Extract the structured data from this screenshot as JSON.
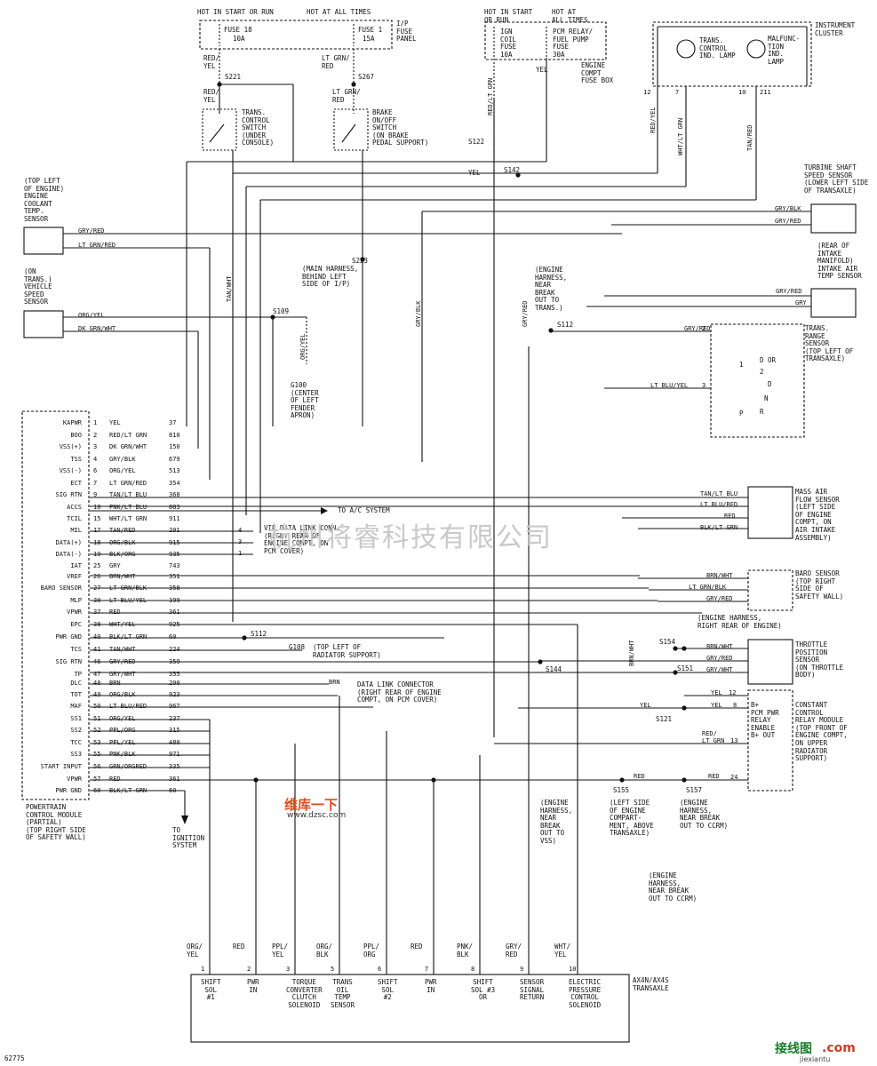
{
  "fuses_left": {
    "hot_start_run": "HOT IN START OR RUN",
    "hot_all_times": "HOT AT ALL TIMES",
    "fuse18": "FUSE 18",
    "fuse18_amp": "10A",
    "fuse1": "FUSE 1",
    "fuse1_amp": "15A",
    "panel": "I/P\nFUSE\nPANEL"
  },
  "fuses_right": {
    "hot_start_run": "HOT IN START\nOR RUN",
    "hot_all_times": "HOT AT\nALL TIMES",
    "ign_coil": "IGN\nCOIL\nFUSE\n10A",
    "pcm_relay": "PCM RELAY/\nFUEL PUMP\nFUSE\n30A",
    "box": "ENGINE\nCOMPT\nFUSE BOX",
    "yel": "YEL"
  },
  "cluster": {
    "title": "INSTRUMENT\nCLUSTER",
    "trans_lamp": "TRANS.\nCONTROL\nIND. LAMP",
    "malf_lamp": "MALFUNC-\nTION\nIND.\nLAMP",
    "pins": [
      "12",
      "7",
      "10",
      "211"
    ],
    "wires": [
      "RED/YEL",
      "WHT/LT GRN",
      "TAN/RED"
    ]
  },
  "switches": {
    "trans_ctrl": "TRANS.\nCONTROL\nSWITCH\n(UNDER\nCONSOLE)",
    "brake": "BRAKE\nON/OFF\nSWITCH\n(ON BRAKE\nPEDAL SUPPORT)",
    "red_yel": "RED/\nYEL",
    "lt_grn_red": "LT GRN/\nRED"
  },
  "splices": {
    "s221": "S221",
    "s267": "S267",
    "s122": "S122",
    "s142": "S142",
    "s223": "S223",
    "s223_note": "(MAIN HARNESS,\nBEHIND LEFT\nSIDE OF I/P)",
    "s109": "S109",
    "g100": "G100\n(CENTER\nOF LEFT\nFENDER\nAPRON)",
    "s112": "S112",
    "s112_note": "(ENGINE\nHARNESS,\nNEAR\nBREAK\nOUT TO\nTRANS.)",
    "g108": "G108",
    "g108_note": "(TOP LEFT OF\nRADIATOR SUPPORT)",
    "s144": "S144",
    "s151": "S151",
    "s154": "S154",
    "s154_note": "(ENGINE HARNESS,\nRIGHT REAR OF ENGINE)",
    "s121": "S121",
    "s155": "S155",
    "s155_note": "(LEFT SIDE\nOF ENGINE\nCOMPART-\nMENT, ABOVE\nTRANSAXLE)",
    "s157": "S157",
    "s157_note": "(ENGINE\nHARNESS,\nNEAR BREAK\nOUT TO CCRM)",
    "yss_note": "(ENGINE\nHARNESS,\nNEAR\nBREAK\nOUT TO\nVSS)",
    "ccrm_note": "(ENGINE\nHARNESS,\nNEAR BREAK\nOUT TO CCRM)"
  },
  "sensors": {
    "ect": "(TOP LEFT\nOF ENGINE)\nENGINE\nCOOLANT\nTEMP.\nSENSOR",
    "vss": "(ON\nTRANS.)\nVEHICLE\nSPEED\nSENSOR",
    "turbine": "TURBINE SHAFT\nSPEED SENSOR\n(LOWER LEFT SIDE\nOF TRANSAXLE)",
    "iat": "(REAR OF\nINTAKE\nMANIFOLD)\nINTAKE AIR\nTEMP SENSOR",
    "trs": "TRANS.\nRANGE\nSENSOR\n(TOP LEFT OF\nTRANSAXLE)",
    "maf": "MASS AIR\nFLOW SENSOR\n(LEFT SIDE\nOF ENGINE\nCOMPT, ON\nAIR INTAKE\nASSEMBLY)",
    "baro": "BARO SENSOR\n(TOP RIGHT\nSIDE OF\nSAFETY WALL)",
    "tps": "THROTTLE\nPOSITION\nSENSOR\n(ON THROTTLE\nBODY)",
    "ccrm": "CONSTANT\nCONTROL\nRELAY MODULE\n(TOP FRONT OF\nENGINE COMPT,\nON UPPER\nRADIATOR\nSUPPORT)",
    "ccrm_pins": "B+\nPCM PWR\nRELAY\nENABLE\nB+ OUT",
    "dlc": "DATA LINK CONNECTOR\n(RIGHT REAR OF ENGINE\nCOMPT, ON PCM COVER)",
    "vip": "VIP DATA LINK CONN.\n(RIGHT REAR OF\nENGINE COMPT, ON\nPCM COVER)",
    "ac": "TO A/C SYSTEM",
    "ign": "TO\nIGNITION\nSYSTEM"
  },
  "trs_labels": [
    "D OR",
    "2",
    "1",
    "N",
    "R",
    "P",
    "D"
  ],
  "wire_labels_right": [
    "GRY/BLK",
    "GRY/RED",
    "GRY/RED",
    "GRY",
    "GRY/RED",
    "LT BLU/YEL",
    "TAN/LT BLU",
    "LT BLU/RED",
    "RED",
    "BLK/LT GRN",
    "BRN/WHT",
    "LT GRN/BLK",
    "GRY/RED",
    "BRN/WHT",
    "GRY/RED",
    "GRY/WHT",
    "YEL",
    "YEL",
    "RED/\nLT GRN",
    "RED"
  ],
  "pcm": {
    "title": "POWERTRAIN\nCONTROL MODULE\n(PARTIAL)\n(TOP RIGHT SIDE\nOF SAFETY WALL)",
    "pins": [
      {
        "name": "KAPWR",
        "pin": "1",
        "wire": "YEL",
        "circ": "37"
      },
      {
        "name": "BOO",
        "pin": "2",
        "wire": "RED/LT GRN",
        "circ": "810"
      },
      {
        "name": "VSS(+)",
        "pin": "3",
        "wire": "DK GRN/WHT",
        "circ": "150"
      },
      {
        "name": "TSS",
        "pin": "4",
        "wire": "GRY/BLK",
        "circ": "679"
      },
      {
        "name": "VSS(-)",
        "pin": "6",
        "wire": "ORG/YEL",
        "circ": "513"
      },
      {
        "name": "ECT",
        "pin": "7",
        "wire": "LT GRN/RED",
        "circ": "354"
      },
      {
        "name": "SIG RTN",
        "pin": "9",
        "wire": "TAN/LT BLU",
        "circ": "368"
      },
      {
        "name": "ACCS",
        "pin": "10",
        "wire": "PNK/LT BLU",
        "circ": "883"
      },
      {
        "name": "TCIL",
        "pin": "15",
        "wire": "WHT/LT GRN",
        "circ": "911"
      },
      {
        "name": "MIL",
        "pin": "17",
        "wire": "TAN/RED",
        "circ": "201"
      },
      {
        "name": "DATA(+)",
        "pin": "18",
        "wire": "ORG/BLK",
        "circ": "915"
      },
      {
        "name": "DATA(-)",
        "pin": "19",
        "wire": "BLK/ORG",
        "circ": "935"
      },
      {
        "name": "IAT",
        "pin": "25",
        "wire": "GRY",
        "circ": "743"
      },
      {
        "name": "VREF",
        "pin": "26",
        "wire": "BRN/WHT",
        "circ": "351"
      },
      {
        "name": "BARO SENSOR",
        "pin": "27",
        "wire": "LT GRN/BLK",
        "circ": "358"
      },
      {
        "name": "MLP",
        "pin": "30",
        "wire": "LT BLU/YEL",
        "circ": "199"
      },
      {
        "name": "VPWR",
        "pin": "37",
        "wire": "RED",
        "circ": "361"
      },
      {
        "name": "EPC",
        "pin": "38",
        "wire": "WHT/YEL",
        "circ": "925"
      },
      {
        "name": "PWR GND",
        "pin": "40",
        "wire": "BLK/LT GRN",
        "circ": "60"
      },
      {
        "name": "TCS",
        "pin": "41",
        "wire": "TAN/WHT",
        "circ": "224"
      },
      {
        "name": "SIG RTN",
        "pin": "46",
        "wire": "GRY/RED",
        "circ": "359"
      },
      {
        "name": "TP",
        "pin": "47",
        "wire": "GRY/WHT",
        "circ": "355"
      },
      {
        "name": "DLC",
        "pin": "48",
        "wire": "BRN",
        "circ": "200"
      },
      {
        "name": "TOT",
        "pin": "49",
        "wire": "ORG/BLK",
        "circ": "923"
      },
      {
        "name": "MAF",
        "pin": "50",
        "wire": "LT BLU/RED",
        "circ": "967"
      },
      {
        "name": "SS1",
        "pin": "51",
        "wire": "ORG/YEL",
        "circ": "237"
      },
      {
        "name": "SS2",
        "pin": "52",
        "wire": "PPL/ORG",
        "circ": "315"
      },
      {
        "name": "TCC",
        "pin": "53",
        "wire": "PPL/YEL",
        "circ": "480"
      },
      {
        "name": "SS3",
        "pin": "55",
        "wire": "PNK/BLK",
        "circ": "971"
      },
      {
        "name": "START INPUT",
        "pin": "56",
        "wire": "GRN/ORGRED",
        "circ": "335"
      },
      {
        "name": "VPWR",
        "pin": "57",
        "wire": "RED",
        "circ": "361"
      },
      {
        "name": "PWR GND",
        "pin": "60",
        "wire": "BLK/LT GRN",
        "circ": "60"
      }
    ]
  },
  "vip_pins": [
    "4",
    "3",
    "1"
  ],
  "left_wires": {
    "gry_red": "GRY/RED",
    "lt_grn_red": "LT GRN/RED",
    "org_yel": "ORG/YEL",
    "dk_grn_wht": "DK GRN/WHT",
    "tan_wht": "TAN/WHT",
    "gry_blk": "GRY/BLK",
    "org_yel_g": "ORG/YEL",
    "red_lt_grn": "RED/LT GRN",
    "gry_red_v": "GRY/RED",
    "brn_wht_v": "BRN/WHT",
    "brn": "BRN",
    "yel": "YEL"
  },
  "transaxle": {
    "title": "AX4N/AX4S\nTRANSAXLE",
    "pins": [
      {
        "pin": "1",
        "wire": "ORG/\nYEL",
        "label": "SHIFT\nSOL\n#1"
      },
      {
        "pin": "2",
        "wire": "RED",
        "label": "PWR\nIN"
      },
      {
        "pin": "3",
        "wire": "PPL/\nYEL",
        "label": "TORQUE\nCONVERTER\nCLUTCH\nSOLENOID"
      },
      {
        "pin": "5",
        "wire": "ORG/\nBLK",
        "label": "TRANS\nOIL\nTEMP\nSENSOR"
      },
      {
        "pin": "6",
        "wire": "PPL/\nORG",
        "label": "SHIFT\nSOL\n#2"
      },
      {
        "pin": "7",
        "wire": "RED",
        "label": "PWR\nIN"
      },
      {
        "pin": "8",
        "wire": "PNK/\nBLK",
        "label": "SHIFT\nSOL #3\nOR"
      },
      {
        "pin": "9",
        "wire": "GRY/\nRED",
        "label": "SENSOR\nSIGNAL\nRETURN"
      },
      {
        "pin": "10",
        "wire": "WHT/\nYEL",
        "label": "ELECTRIC\nPRESSURE\nCONTROL\nSOLENOID"
      }
    ]
  },
  "ccrm_pin_nums": [
    "12",
    "8",
    "13",
    "24"
  ],
  "maf_pin_nums": [
    "",
    "",
    "",
    ""
  ],
  "trs_pin_nums": [
    "2",
    "3"
  ],
  "figure_id": "62775",
  "watermark": "杭州将睿科技有限公司",
  "logo_dz": "维库一下",
  "logo_dz_url": "www.dzsc.com",
  "logo_jx": "接线图",
  "logo_jx_dom": ".com",
  "logo_jx_url": "jiexiantu"
}
